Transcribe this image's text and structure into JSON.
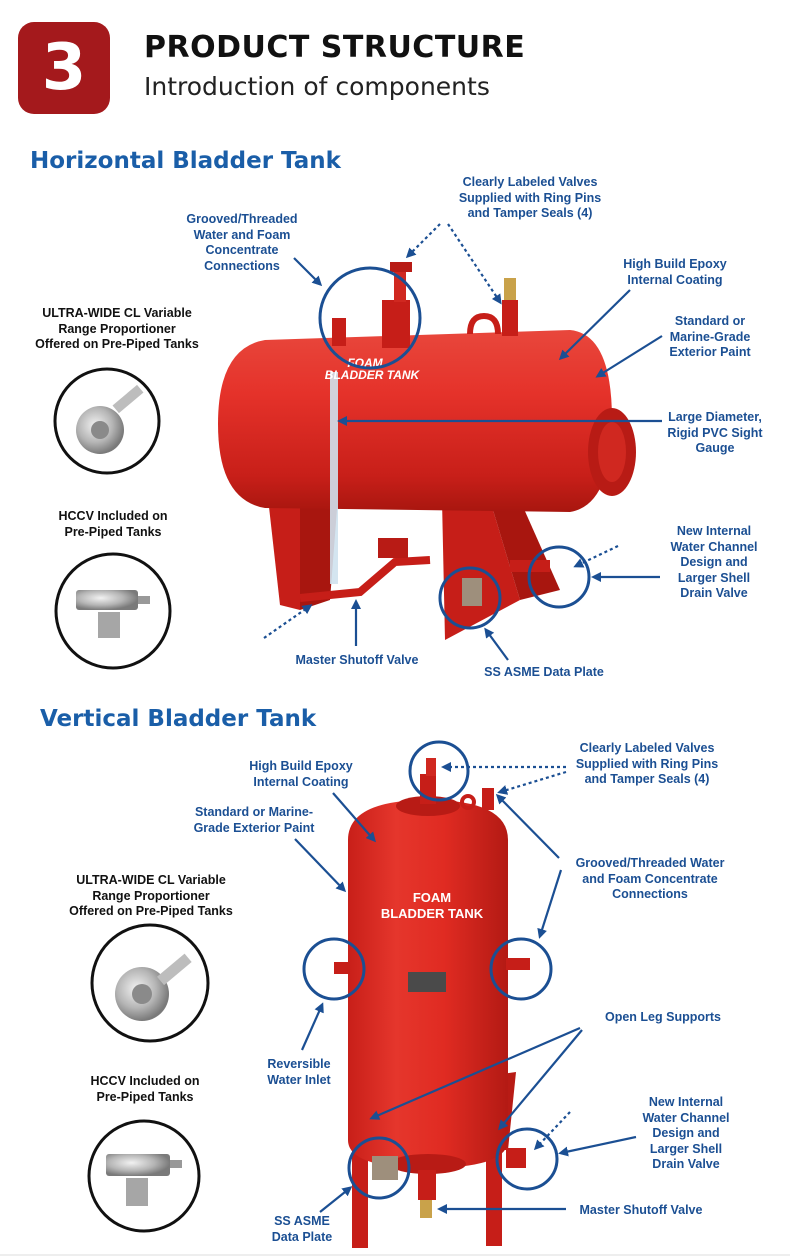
{
  "header": {
    "number": "3",
    "title": "PRODUCT STRUCTURE",
    "subtitle": "Introduction of components"
  },
  "horizontal": {
    "title": "Horizontal Bladder Tank",
    "tank_text": [
      "FOAM",
      "BLADDER TANK"
    ],
    "side": {
      "proportioner": [
        "ULTRA-WIDE CL Variable",
        "Range Proportioner",
        "Offered on Pre-Piped Tanks"
      ],
      "hccv": [
        "HCCV Included on",
        "Pre-Piped Tanks"
      ]
    },
    "labels": {
      "valves": [
        "Clearly Labeled Valves",
        "Supplied with Ring Pins",
        "and Tamper Seals (4)"
      ],
      "grooved": [
        "Grooved/Threaded",
        "Water and Foam",
        "Concentrate",
        "Connections"
      ],
      "epoxy": [
        "High Build Epoxy",
        "Internal Coating"
      ],
      "paint": [
        "Standard or",
        "Marine-Grade",
        "Exterior Paint"
      ],
      "sight": [
        "Large Diameter,",
        "Rigid PVC Sight",
        "Gauge"
      ],
      "channel": [
        "New Internal",
        "Water Channel",
        "Design and",
        "Larger Shell",
        "Drain Valve"
      ],
      "shutoff": [
        "Master Shutoff Valve"
      ],
      "plate": [
        "SS ASME Data Plate"
      ]
    }
  },
  "vertical": {
    "title": "Vertical Bladder Tank",
    "tank_text": [
      "FOAM",
      "BLADDER TANK"
    ],
    "side": {
      "proportioner": [
        "ULTRA-WIDE CL Variable",
        "Range Proportioner",
        "Offered on Pre-Piped Tanks"
      ],
      "hccv": [
        "HCCV Included on",
        "Pre-Piped Tanks"
      ]
    },
    "labels": {
      "epoxy": [
        "High Build Epoxy",
        "Internal Coating"
      ],
      "paint": [
        "Standard or Marine-",
        "Grade Exterior Paint"
      ],
      "valves": [
        "Clearly Labeled Valves",
        "Supplied with Ring Pins",
        "and Tamper Seals (4)"
      ],
      "grooved": [
        "Grooved/Threaded Water",
        "and Foam Concentrate",
        "Connections"
      ],
      "legs": [
        "Open Leg Supports"
      ],
      "inlet": [
        "Reversible",
        "Water Inlet"
      ],
      "channel": [
        "New Internal",
        "Water Channel",
        "Design and",
        "Larger Shell",
        "Drain Valve"
      ],
      "shutoff": [
        "Master Shutoff Valve"
      ],
      "plate": [
        "SS ASME",
        "Data Plate"
      ]
    }
  },
  "colors": {
    "brand_red": "#a4191c",
    "tank_red": "#d9261e",
    "label_blue": "#1b4f93",
    "title_blue": "#1a5ea8"
  }
}
